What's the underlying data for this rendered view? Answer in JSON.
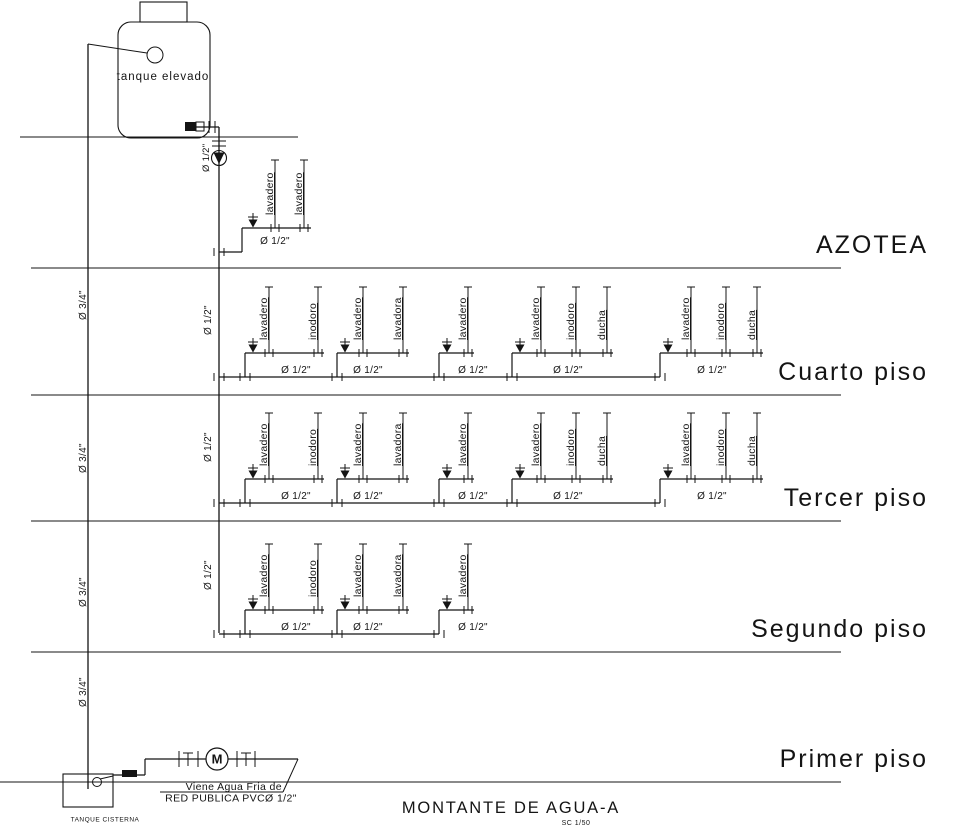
{
  "colors": {
    "ink": "#141414",
    "bg": "#ffffff"
  },
  "title_block": {
    "title": "MONTANTE DE AGUA-A",
    "scale": "SC 1/50"
  },
  "elevated_tank": {
    "label": "tanque elevado",
    "outlet_diameter": "Ø 1/2\""
  },
  "cistern_tank": {
    "label": "TANQUE CISTERNA"
  },
  "water_meter": {
    "label": "M"
  },
  "supply_note": {
    "line1": "Viene Agua Fria de",
    "line2": "RED PUBLICA PVCØ 1/2\""
  },
  "supply_riser_labels": [
    "Ø 3/4\"",
    "Ø 3/4\"",
    "Ø 3/4\"",
    "Ø 3/4\""
  ],
  "distribution_riser_labels": [
    "Ø 1/2\"",
    "Ø 1/2\"",
    "Ø 1/2\""
  ],
  "floors": [
    {
      "label": "AZOTEA",
      "groups": [
        {
          "fixtures": [
            "lavadero",
            "lavadero"
          ],
          "diameter": "Ø 1/2\""
        }
      ]
    },
    {
      "label": "Cuarto piso",
      "groups": [
        {
          "fixtures": [
            "lavadero",
            "inodoro"
          ],
          "diameter": "Ø 1/2\""
        },
        {
          "fixtures": [
            "lavadero",
            "lavadora"
          ],
          "diameter": "Ø 1/2\""
        },
        {
          "fixtures": [
            "lavadero"
          ],
          "diameter": "Ø 1/2\""
        },
        {
          "fixtures": [
            "lavadero",
            "inodoro",
            "ducha"
          ],
          "diameter": "Ø 1/2\""
        },
        {
          "fixtures": [
            "lavadero",
            "inodoro",
            "ducha"
          ],
          "diameter": "Ø 1/2\""
        }
      ]
    },
    {
      "label": "Tercer piso",
      "groups": [
        {
          "fixtures": [
            "lavadero",
            "inodoro"
          ],
          "diameter": "Ø 1/2\""
        },
        {
          "fixtures": [
            "lavadero",
            "lavadora"
          ],
          "diameter": "Ø 1/2\""
        },
        {
          "fixtures": [
            "lavadero"
          ],
          "diameter": "Ø 1/2\""
        },
        {
          "fixtures": [
            "lavadero",
            "inodoro",
            "ducha"
          ],
          "diameter": "Ø 1/2\""
        },
        {
          "fixtures": [
            "lavadero",
            "inodoro",
            "ducha"
          ],
          "diameter": "Ø 1/2\""
        }
      ]
    },
    {
      "label": "Segundo piso",
      "groups": [
        {
          "fixtures": [
            "lavadero",
            "inodoro"
          ],
          "diameter": "Ø 1/2\""
        },
        {
          "fixtures": [
            "lavadero",
            "lavadora"
          ],
          "diameter": "Ø 1/2\""
        },
        {
          "fixtures": [
            "lavadero"
          ],
          "diameter": "Ø 1/2\""
        }
      ]
    },
    {
      "label": "Primer piso",
      "groups": []
    }
  ]
}
